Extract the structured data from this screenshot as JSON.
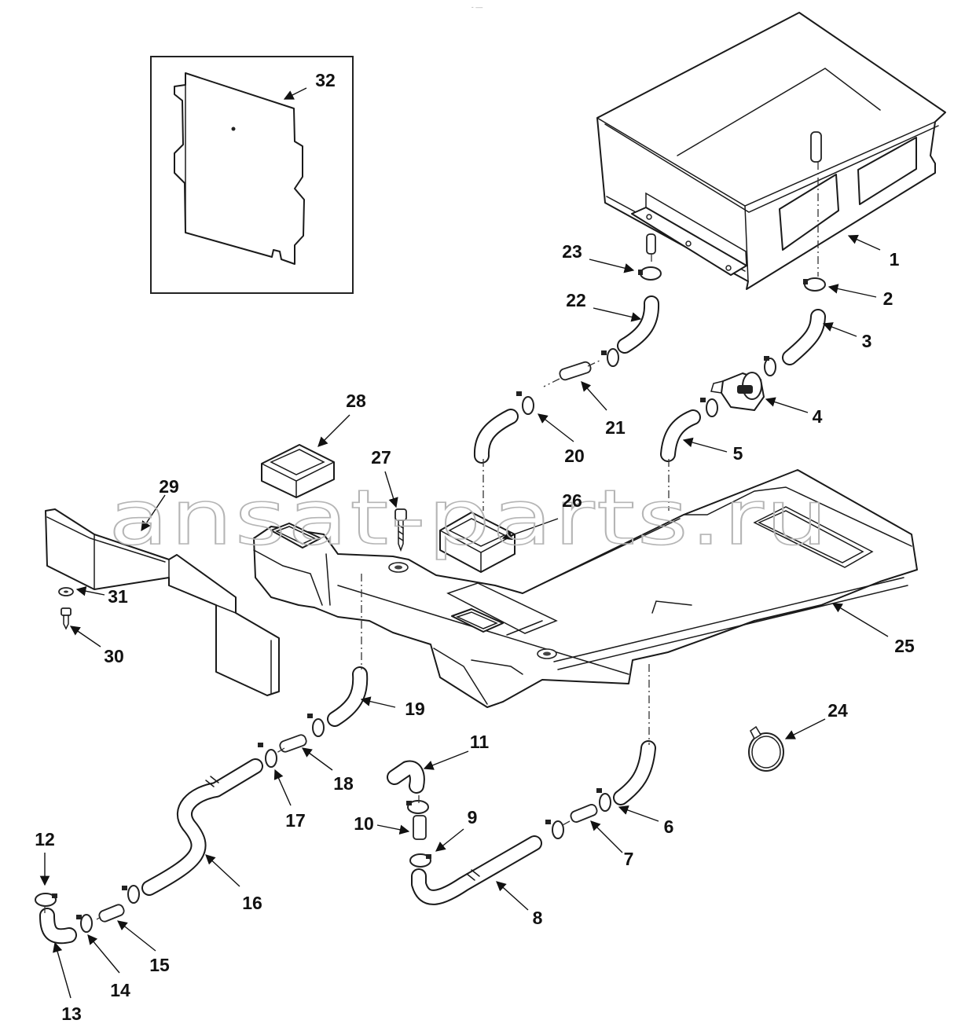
{
  "watermark": "ansat-parts.ru",
  "header_mark": "- —",
  "callouts": [
    "1",
    "2",
    "3",
    "4",
    "5",
    "6",
    "7",
    "8",
    "9",
    "10",
    "11",
    "12",
    "13",
    "14",
    "15",
    "16",
    "17",
    "18",
    "19",
    "20",
    "21",
    "22",
    "23",
    "24",
    "25",
    "26",
    "27",
    "28",
    "29",
    "30",
    "31",
    "32"
  ]
}
